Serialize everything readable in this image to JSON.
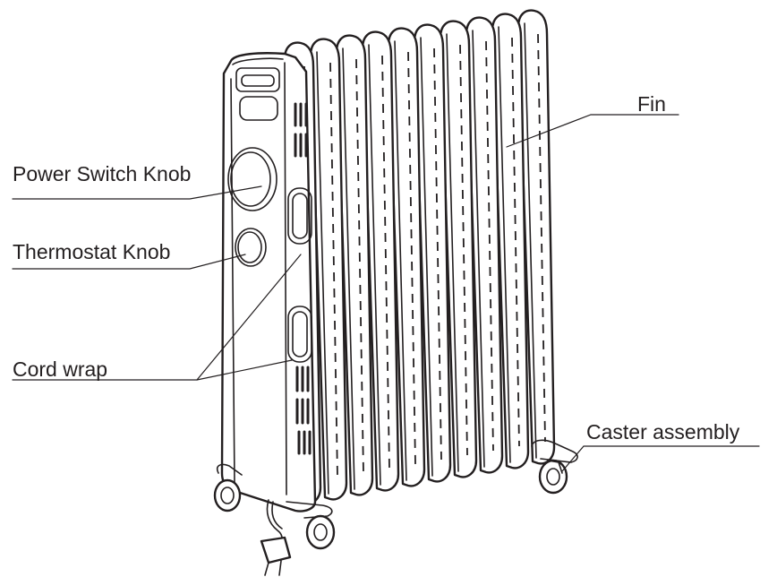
{
  "labels": {
    "fin": "Fin",
    "power_switch_knob": "Power Switch Knob",
    "thermostat_knob": "Thermostat Knob",
    "cord_wrap": "Cord wrap",
    "caster_assembly": "Caster assembly"
  },
  "colors": {
    "ink": "#231f20",
    "background": "#ffffff"
  }
}
